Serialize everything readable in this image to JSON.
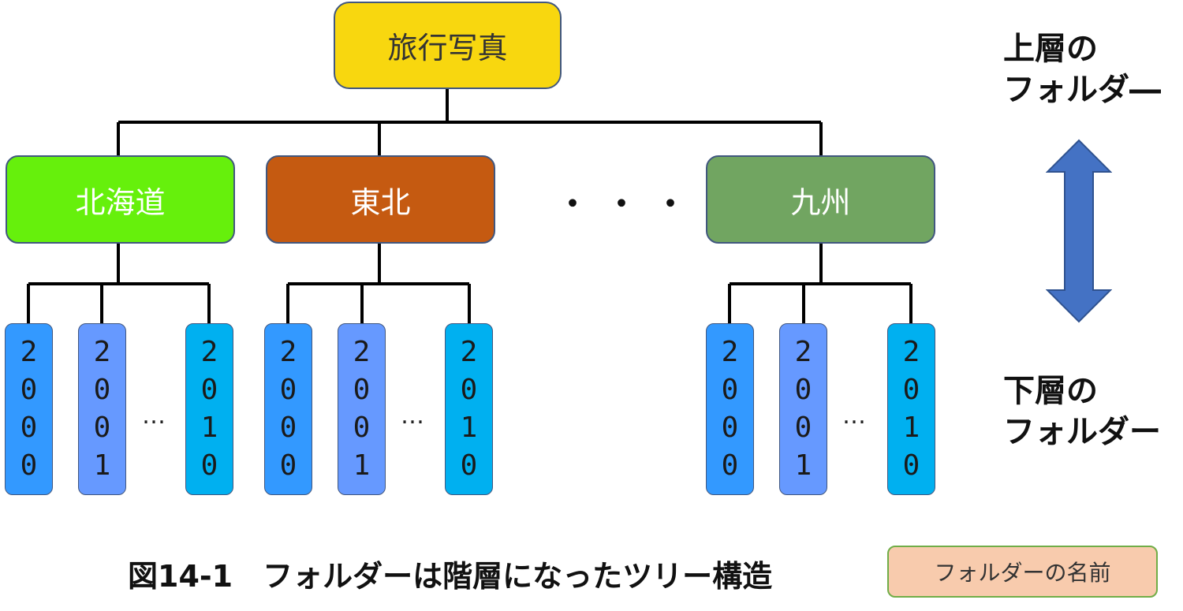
{
  "root": {
    "label": "旅行写真",
    "color": "#f8d70f"
  },
  "regions": [
    {
      "label": "北海道",
      "color": "#66f00c"
    },
    {
      "label": "東北",
      "color": "#c55a11"
    },
    {
      "label": "九州",
      "color": "#71a561"
    }
  ],
  "region_ellipsis": "・・・",
  "year_ellipsis": "…",
  "years": [
    {
      "label": "2000",
      "color": "#3399ff"
    },
    {
      "label": "2001",
      "color": "#6699ff"
    },
    {
      "label": "2010",
      "color": "#00b0f0"
    }
  ],
  "levels": {
    "upper_line1": "上層の",
    "upper_line2": "フォルダ―",
    "lower_line1": "下層の",
    "lower_line2": "フォルダー"
  },
  "arrow_color": "#4472c4",
  "caption": {
    "number": "図14-1",
    "text": "フォルダーは階層になったツリー構造"
  },
  "legend": {
    "label": "フォルダーの名前",
    "color": "#f8cbad",
    "border": "#70ad47"
  }
}
